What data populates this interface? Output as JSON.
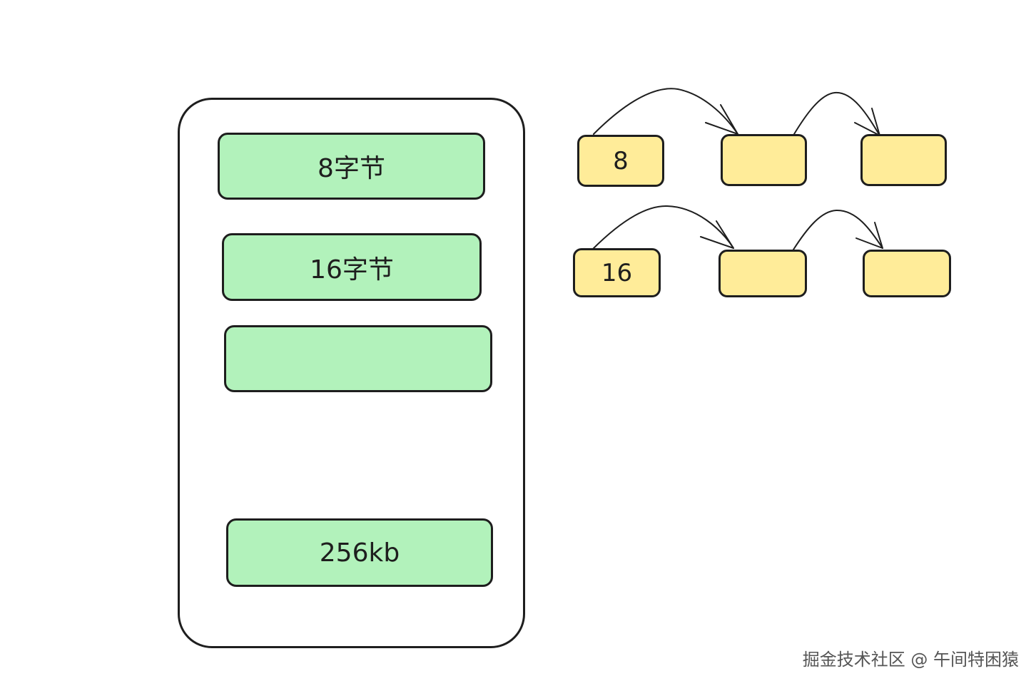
{
  "memory": {
    "slots": [
      {
        "label": "8字节"
      },
      {
        "label": "16字节"
      },
      {
        "label": ""
      },
      {
        "label": "256kb"
      }
    ]
  },
  "lists": [
    {
      "head": "8",
      "nodes": [
        "",
        ""
      ]
    },
    {
      "head": "16",
      "nodes": [
        "",
        ""
      ]
    }
  ],
  "colors": {
    "slot_fill": "#b2f2bb",
    "node_fill": "#ffec99",
    "stroke": "#1e1e1e"
  },
  "watermark": "掘金技术社区 @ 午间特困猿"
}
